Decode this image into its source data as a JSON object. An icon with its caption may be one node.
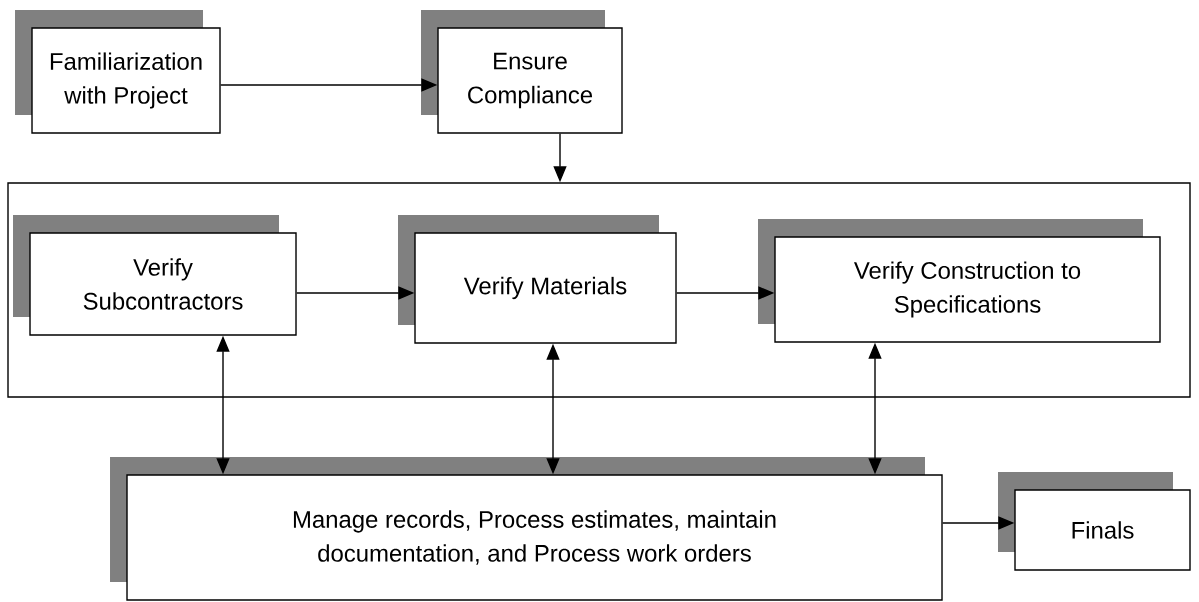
{
  "diagram": {
    "nodes": [
      {
        "text": [
          "Familiarization with Project"
        ]
      },
      {
        "text": [
          "Ensure Compliance"
        ]
      },
      {
        "text": [],
        "shape": "box"
      },
      {
        "text": [
          "Verify Subcontractors"
        ],
        "in": 2
      },
      {
        "text": [
          "Verify Materials"
        ],
        "in": 2
      },
      {
        "text": [
          "Verify Construction to Specifications"
        ],
        "in": 2
      },
      {
        "text": [
          "Manage records, Process estimates, maintain documentation, and Process work orders"
        ]
      },
      {
        "text": [
          "Finals"
        ]
      }
    ],
    "edges": [
      {
        "from": 0,
        "to": 1,
        "arrow": "to"
      },
      {
        "from": 1,
        "to": 2,
        "arrow": "to"
      },
      {
        "from": 3,
        "to": 4,
        "arrow": "to"
      },
      {
        "from": 4,
        "to": 5,
        "arrow": "to"
      },
      {
        "from": 3,
        "to": 6,
        "arrow": "both"
      },
      {
        "from": 4,
        "to": 6,
        "arrow": "both"
      },
      {
        "from": 5,
        "to": 6,
        "arrow": "both"
      },
      {
        "from": 6,
        "to": 7,
        "arrow": "to"
      }
    ]
  }
}
